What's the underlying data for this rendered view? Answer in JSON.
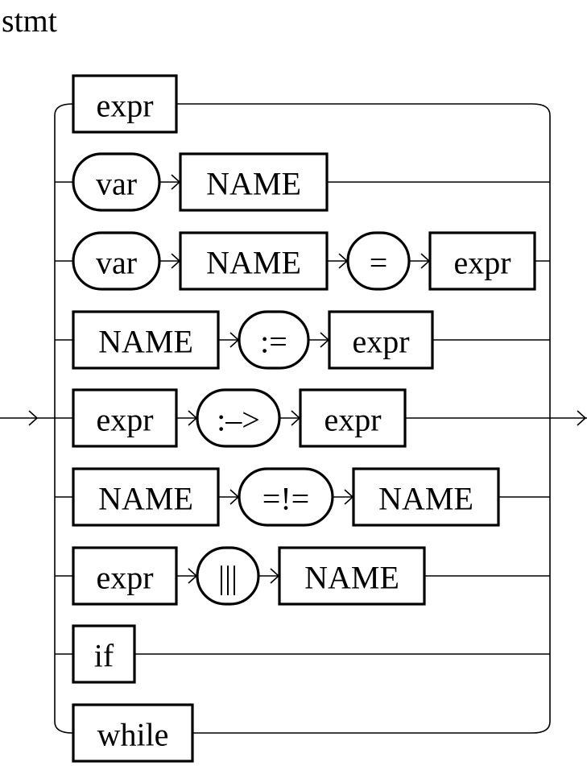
{
  "title": "stmt",
  "colors": {
    "line": "#000000",
    "background": "#ffffff"
  },
  "rows": [
    {
      "nodes": [
        {
          "label": "expr",
          "kind": "nonterminal"
        }
      ]
    },
    {
      "nodes": [
        {
          "label": "var",
          "kind": "terminal"
        },
        {
          "label": "NAME",
          "kind": "nonterminal"
        }
      ]
    },
    {
      "nodes": [
        {
          "label": "var",
          "kind": "terminal"
        },
        {
          "label": "NAME",
          "kind": "nonterminal"
        },
        {
          "label": "=",
          "kind": "terminal"
        },
        {
          "label": "expr",
          "kind": "nonterminal"
        }
      ]
    },
    {
      "nodes": [
        {
          "label": "NAME",
          "kind": "nonterminal"
        },
        {
          "label": ":=",
          "kind": "terminal"
        },
        {
          "label": "expr",
          "kind": "nonterminal"
        }
      ]
    },
    {
      "nodes": [
        {
          "label": "expr",
          "kind": "nonterminal"
        },
        {
          "label": ":–>",
          "kind": "terminal"
        },
        {
          "label": "expr",
          "kind": "nonterminal"
        }
      ]
    },
    {
      "nodes": [
        {
          "label": "NAME",
          "kind": "nonterminal"
        },
        {
          "label": "=!=",
          "kind": "terminal"
        },
        {
          "label": "NAME",
          "kind": "nonterminal"
        }
      ]
    },
    {
      "nodes": [
        {
          "label": "expr",
          "kind": "nonterminal"
        },
        {
          "label": "|||",
          "kind": "terminal"
        },
        {
          "label": "NAME",
          "kind": "nonterminal"
        }
      ]
    },
    {
      "nodes": [
        {
          "label": "if",
          "kind": "nonterminal"
        }
      ]
    },
    {
      "nodes": [
        {
          "label": "while",
          "kind": "nonterminal"
        }
      ]
    }
  ]
}
